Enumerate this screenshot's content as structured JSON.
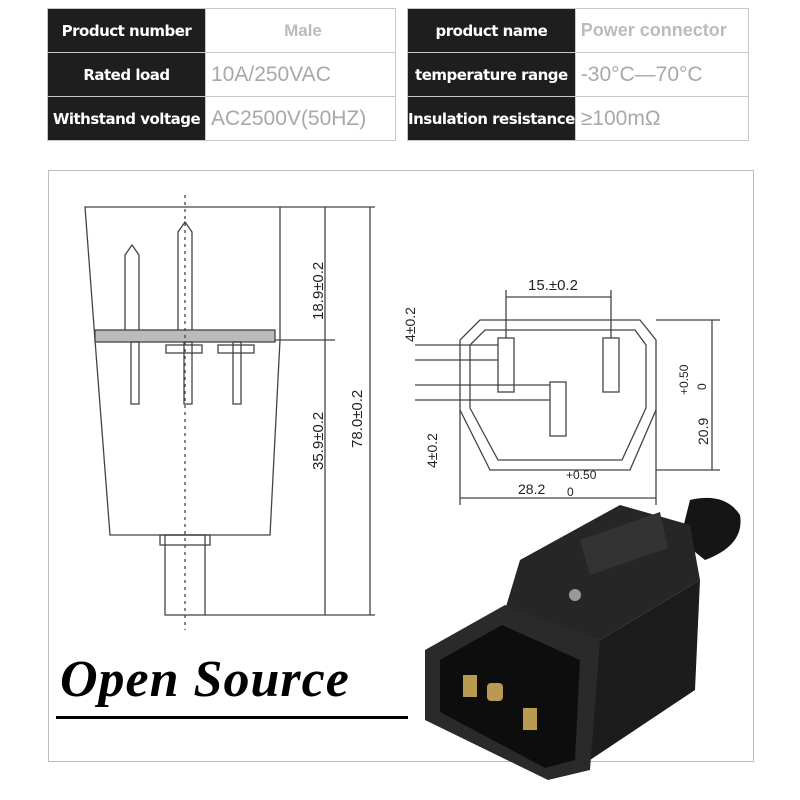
{
  "watermark": "Open Source",
  "spec_left": [
    {
      "label": "Product number",
      "value": "Male"
    },
    {
      "label": "Rated load",
      "value": "10A/250VAC"
    },
    {
      "label": "Withstand voltage",
      "value": "AC2500V(50HZ)"
    }
  ],
  "spec_right": [
    {
      "label": "product name",
      "value": "Power connector"
    },
    {
      "label": "temperature range",
      "value": "-30°C—70°C"
    },
    {
      "label": "Insulation resistance",
      "value": "≥100mΩ"
    }
  ],
  "drawing": {
    "dim_top": "18.9±0.2",
    "dim_middle": "35.9±0.2",
    "dim_total": "78.0±0.2",
    "dim_pin_spacing": "15.±0.2",
    "dim_upper_offset": "4±0.2",
    "dim_lower_offset": "4±0.2",
    "dim_height": "20.9",
    "dim_height_tol_upper": "+0.50",
    "dim_height_tol_lower": "0",
    "dim_width": "28.2",
    "dim_width_tol_upper": "+0.50",
    "dim_width_tol_lower": "0"
  },
  "colors": {
    "label_bg": "#1e1e1e",
    "value_text": "#a8a8a8",
    "plug": "#1a1a1a"
  }
}
